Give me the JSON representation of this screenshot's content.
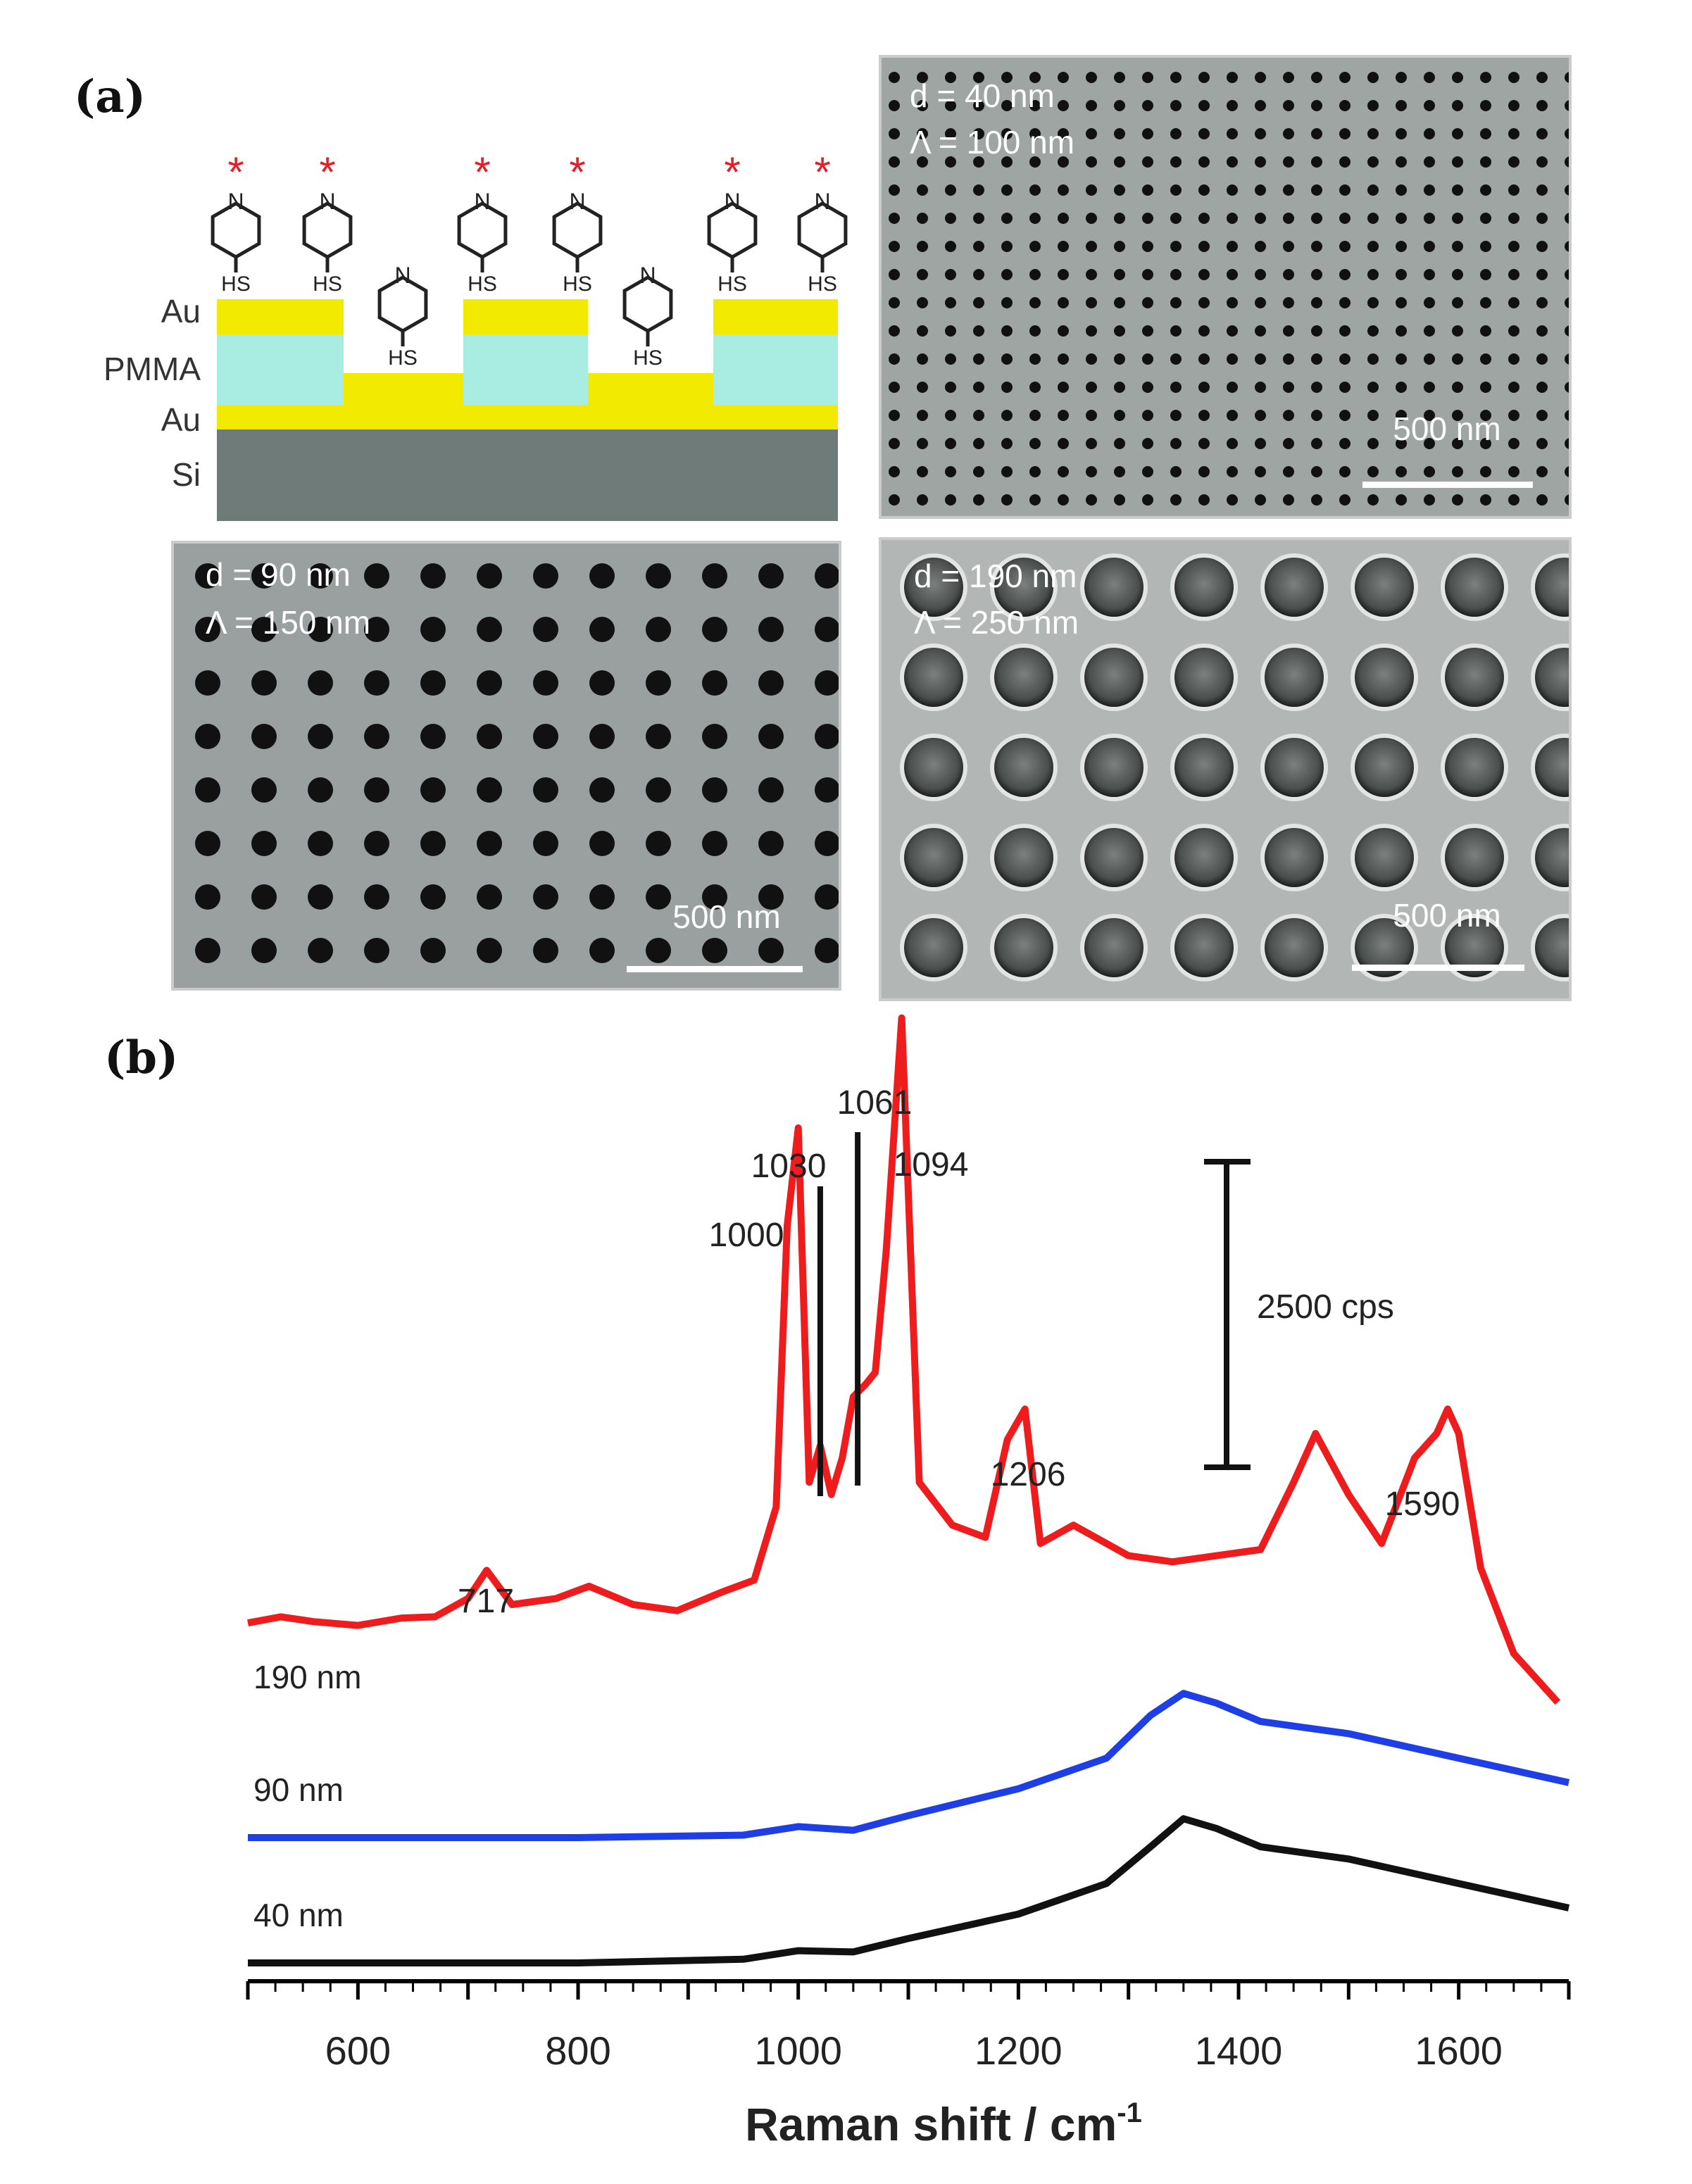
{
  "panel_a": {
    "label": "(a)",
    "schematic": {
      "layers": [
        "Au",
        "PMMA",
        "Au",
        "Si"
      ],
      "molecule_label": "HS",
      "atom_label": "N",
      "marker": "*",
      "colors": {
        "au": "#f2ea00",
        "pmma": "#a8ece2",
        "si": "#6f7b79",
        "marker": "#e0202a"
      }
    },
    "sem_images": [
      {
        "line1": "d = 40 nm",
        "line2": "Λ = 100 nm",
        "scale_bar": "500 nm"
      },
      {
        "line1": "d = 90 nm",
        "line2": "Λ = 150 nm",
        "scale_bar": "500 nm"
      },
      {
        "line1": "d = 190 nm",
        "line2": "Λ = 250 nm",
        "scale_bar": "500 nm"
      }
    ]
  },
  "panel_b": {
    "label": "(b)"
  },
  "chart_data": {
    "type": "line",
    "xlabel": "Raman shift / cm",
    "xlabel_superscript": "-1",
    "xlim": [
      500,
      1700
    ],
    "x_ticks": [
      600,
      800,
      1000,
      1200,
      1400,
      1600
    ],
    "scale_bar_label": "2500 cps",
    "peak_labels": [
      "717",
      "1000",
      "1030",
      "1061",
      "1094",
      "1206",
      "1590"
    ],
    "series": [
      {
        "name": "190 nm",
        "color": "#ee1c1c",
        "x": [
          500,
          530,
          560,
          600,
          640,
          670,
          700,
          717,
          740,
          780,
          810,
          850,
          890,
          930,
          960,
          980,
          990,
          1000,
          1010,
          1020,
          1030,
          1040,
          1050,
          1061,
          1070,
          1080,
          1094,
          1110,
          1140,
          1170,
          1190,
          1206,
          1220,
          1250,
          1300,
          1340,
          1380,
          1420,
          1450,
          1470,
          1500,
          1530,
          1560,
          1580,
          1590,
          1600,
          1620,
          1650,
          1690
        ],
        "y": [
          950,
          1000,
          960,
          930,
          990,
          1000,
          1150,
          1380,
          1100,
          1150,
          1250,
          1100,
          1050,
          1200,
          1300,
          1900,
          4200,
          5000,
          2100,
          2400,
          2000,
          2300,
          2800,
          2900,
          3000,
          4000,
          5900,
          2100,
          1750,
          1650,
          2450,
          2700,
          1600,
          1750,
          1500,
          1450,
          1500,
          1550,
          2100,
          2500,
          2000,
          1600,
          2300,
          2500,
          2700,
          2500,
          1400,
          700,
          300
        ]
      },
      {
        "name": "90 nm",
        "color": "#1f3fe6",
        "x": [
          500,
          800,
          950,
          1000,
          1050,
          1100,
          1200,
          1280,
          1320,
          1350,
          1380,
          1420,
          1500,
          1600,
          1700
        ],
        "y": [
          0,
          0,
          20,
          90,
          60,
          180,
          400,
          650,
          1000,
          1180,
          1100,
          950,
          850,
          650,
          450
        ]
      },
      {
        "name": "40 nm",
        "color": "#111111",
        "x": [
          500,
          800,
          950,
          1000,
          1050,
          1100,
          1200,
          1280,
          1320,
          1350,
          1380,
          1420,
          1500,
          1600,
          1700
        ],
        "y": [
          0,
          0,
          30,
          100,
          90,
          200,
          400,
          650,
          950,
          1180,
          1100,
          950,
          850,
          650,
          450
        ]
      }
    ]
  }
}
